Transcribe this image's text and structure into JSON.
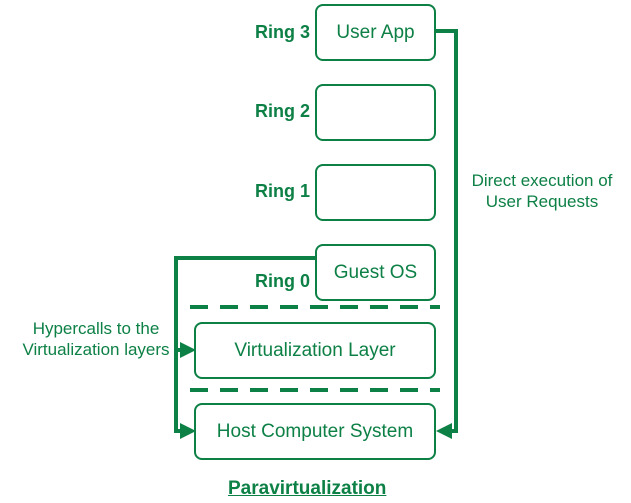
{
  "diagram": {
    "caption": "Paravirtualization",
    "accent_color": "#0d8046",
    "background": "#ffffff",
    "rings": [
      {
        "label": "Ring 3",
        "box_text": "User App"
      },
      {
        "label": "Ring 2",
        "box_text": ""
      },
      {
        "label": "Ring 1",
        "box_text": ""
      },
      {
        "label": "Ring 0",
        "box_text": "Guest OS"
      }
    ],
    "layers": [
      {
        "text": "Virtualization Layer"
      },
      {
        "text": "Host Computer System"
      }
    ],
    "annotations": [
      {
        "text": "Direct execution of\nUser Requests"
      },
      {
        "text": "Hypercalls to the\nVirtualization layers"
      }
    ]
  }
}
